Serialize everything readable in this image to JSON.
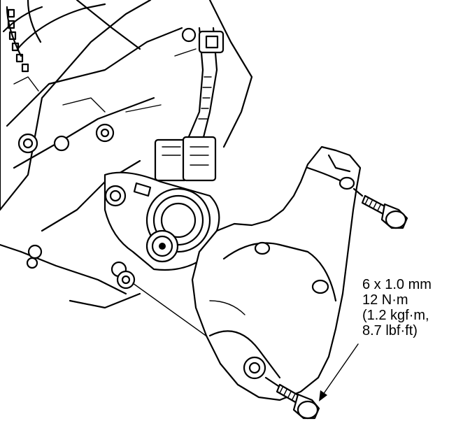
{
  "figure": {
    "spec_lines": [
      "6 x 1.0 mm",
      "12 N·m",
      "(1.2 kgf·m,",
      "8.7 lbf·ft)"
    ]
  }
}
